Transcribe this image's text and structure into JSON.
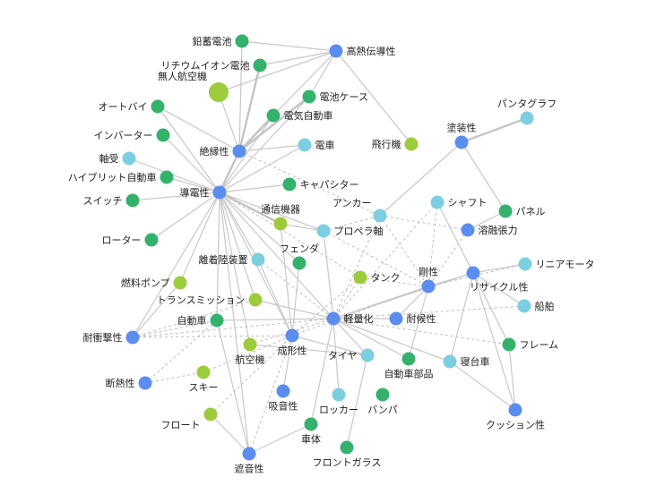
{
  "colors": {
    "blue": "#5b8def",
    "green": "#34b26b",
    "lime": "#9ccc3c",
    "cyan": "#7ccfe0",
    "highlight_stroke": "#e8742a"
  },
  "nodes": [
    {
      "id": "n1",
      "label": "鉛蓄電池",
      "color": "green"
    },
    {
      "id": "n2",
      "label": "リチウムイオン電池",
      "color": "green"
    },
    {
      "id": "n3",
      "label": "無人航空機",
      "color": "lime",
      "highlight": true
    },
    {
      "id": "n4",
      "label": "高熱伝導性",
      "color": "blue"
    },
    {
      "id": "n5",
      "label": "電池ケース",
      "color": "green"
    },
    {
      "id": "n6",
      "label": "オートバイ",
      "color": "green"
    },
    {
      "id": "n7",
      "label": "電気自動車",
      "color": "green"
    },
    {
      "id": "n8",
      "label": "インバーター",
      "color": "green"
    },
    {
      "id": "n9",
      "label": "絶縁性",
      "color": "blue"
    },
    {
      "id": "n10",
      "label": "電車",
      "color": "cyan"
    },
    {
      "id": "n11",
      "label": "飛行機",
      "color": "lime"
    },
    {
      "id": "n12",
      "label": "塗装性",
      "color": "blue"
    },
    {
      "id": "n13",
      "label": "パンタグラフ",
      "color": "cyan"
    },
    {
      "id": "n14",
      "label": "軸受",
      "color": "cyan"
    },
    {
      "id": "n15",
      "label": "ハイブリット自動車",
      "color": "green"
    },
    {
      "id": "n16",
      "label": "キャパシター",
      "color": "green"
    },
    {
      "id": "n17",
      "label": "スイッチ",
      "color": "green"
    },
    {
      "id": "n18",
      "label": "導電性",
      "color": "blue"
    },
    {
      "id": "n19",
      "label": "アンカー",
      "color": "cyan"
    },
    {
      "id": "n20",
      "label": "シャフト",
      "color": "cyan"
    },
    {
      "id": "n21",
      "label": "パネル",
      "color": "green"
    },
    {
      "id": "n22",
      "label": "通信機器",
      "color": "lime"
    },
    {
      "id": "n23",
      "label": "プロペラ軸",
      "color": "cyan"
    },
    {
      "id": "n24",
      "label": "溶融張力",
      "color": "blue"
    },
    {
      "id": "n25",
      "label": "ローター",
      "color": "green"
    },
    {
      "id": "n26",
      "label": "フェンダ",
      "color": "green"
    },
    {
      "id": "n27",
      "label": "離着陸装置",
      "color": "cyan"
    },
    {
      "id": "n28",
      "label": "リニアモータ",
      "color": "cyan"
    },
    {
      "id": "n29",
      "label": "燃料ポンプ",
      "color": "lime"
    },
    {
      "id": "n30",
      "label": "タンク",
      "color": "lime"
    },
    {
      "id": "n31",
      "label": "剛性",
      "color": "blue"
    },
    {
      "id": "n32",
      "label": "リサイクル性",
      "color": "blue"
    },
    {
      "id": "n33",
      "label": "トランスミッション",
      "color": "lime"
    },
    {
      "id": "n34",
      "label": "船舶",
      "color": "cyan"
    },
    {
      "id": "n35",
      "label": "自動車",
      "color": "green"
    },
    {
      "id": "n36",
      "label": "軽量化",
      "color": "blue"
    },
    {
      "id": "n37",
      "label": "耐候性",
      "color": "blue"
    },
    {
      "id": "n38",
      "label": "耐衝撃性",
      "color": "blue"
    },
    {
      "id": "n39",
      "label": "成形性",
      "color": "blue"
    },
    {
      "id": "n40",
      "label": "フレーム",
      "color": "green"
    },
    {
      "id": "n41",
      "label": "航空機",
      "color": "lime"
    },
    {
      "id": "n42",
      "label": "タイヤ",
      "color": "cyan"
    },
    {
      "id": "n43",
      "label": "寝台車",
      "color": "cyan"
    },
    {
      "id": "n44",
      "label": "自動車部品",
      "color": "green"
    },
    {
      "id": "n45",
      "label": "断熱性",
      "color": "blue"
    },
    {
      "id": "n46",
      "label": "スキー",
      "color": "lime"
    },
    {
      "id": "n47",
      "label": "吸音性",
      "color": "blue"
    },
    {
      "id": "n48",
      "label": "ロッカー",
      "color": "cyan"
    },
    {
      "id": "n49",
      "label": "バンパ",
      "color": "green"
    },
    {
      "id": "n50",
      "label": "クッション性",
      "color": "blue"
    },
    {
      "id": "n51",
      "label": "フロート",
      "color": "lime"
    },
    {
      "id": "n52",
      "label": "車体",
      "color": "green"
    },
    {
      "id": "n53",
      "label": "フロントガラス",
      "color": "green"
    },
    {
      "id": "n54",
      "label": "遮音性",
      "color": "blue"
    }
  ],
  "edges": [
    [
      "n1",
      "n4"
    ],
    [
      "n2",
      "n4"
    ],
    [
      "n3",
      "n4"
    ],
    [
      "n5",
      "n4"
    ],
    [
      "n7",
      "n4"
    ],
    [
      "n4",
      "n11"
    ],
    [
      "n1",
      "n9"
    ],
    [
      "n2",
      "n9"
    ],
    [
      "n3",
      "n9"
    ],
    [
      "n5",
      "n9"
    ],
    [
      "n7",
      "n9"
    ],
    [
      "n10",
      "n9"
    ],
    [
      "n6",
      "n9"
    ],
    [
      "n9",
      "n18"
    ],
    [
      "n7",
      "n18"
    ],
    [
      "n5",
      "n18"
    ],
    [
      "n6",
      "n18"
    ],
    [
      "n8",
      "n18"
    ],
    [
      "n14",
      "n18"
    ],
    [
      "n15",
      "n18"
    ],
    [
      "n17",
      "n18"
    ],
    [
      "n25",
      "n18"
    ],
    [
      "n16",
      "n18"
    ],
    [
      "n10",
      "n18"
    ],
    [
      "n18",
      "n23"
    ],
    [
      "n18",
      "n26"
    ],
    [
      "n18",
      "n27"
    ],
    [
      "n18",
      "n29"
    ],
    [
      "n18",
      "n33"
    ],
    [
      "n18",
      "n35"
    ],
    [
      "n18",
      "n36"
    ],
    [
      "n18",
      "n39"
    ],
    [
      "n18",
      "n38"
    ],
    [
      "n18",
      "n54"
    ],
    [
      "n18",
      "n22"
    ],
    [
      "n18",
      "n41"
    ],
    [
      "n22",
      "n23"
    ],
    [
      "n22",
      "n39"
    ],
    [
      "n12",
      "n13"
    ],
    [
      "n12",
      "n19"
    ],
    [
      "n12",
      "n21"
    ],
    [
      "n21",
      "n24"
    ],
    [
      "n20",
      "n32"
    ],
    [
      "n32",
      "n28"
    ],
    [
      "n32",
      "n34"
    ],
    [
      "n32",
      "n40"
    ],
    [
      "n32",
      "n43"
    ],
    [
      "n32",
      "n50"
    ],
    [
      "n32",
      "n36"
    ],
    [
      "n31",
      "n36"
    ],
    [
      "n31",
      "n37"
    ],
    [
      "n31",
      "n32"
    ],
    [
      "n23",
      "n36"
    ],
    [
      "n26",
      "n39"
    ],
    [
      "n27",
      "n39"
    ],
    [
      "n29",
      "n38"
    ],
    [
      "n33",
      "n36"
    ],
    [
      "n35",
      "n36"
    ],
    [
      "n35",
      "n54"
    ],
    [
      "n36",
      "n42"
    ],
    [
      "n36",
      "n44"
    ],
    [
      "n36",
      "n43"
    ],
    [
      "n36",
      "n52"
    ],
    [
      "n36",
      "n48"
    ],
    [
      "n36",
      "n37"
    ],
    [
      "n39",
      "n47"
    ],
    [
      "n42",
      "n53"
    ],
    [
      "n42",
      "n41"
    ],
    [
      "n52",
      "n54"
    ],
    [
      "n54",
      "n51"
    ],
    [
      "n40",
      "n50"
    ],
    [
      "n31",
      "n44"
    ],
    [
      "n43",
      "n50"
    ],
    [
      "n39",
      "n42"
    ]
  ],
  "dashed_edges": [
    [
      "n9",
      "n19"
    ],
    [
      "n23",
      "n19"
    ],
    [
      "n19",
      "n24"
    ],
    [
      "n19",
      "n31"
    ],
    [
      "n20",
      "n31"
    ],
    [
      "n20",
      "n36"
    ],
    [
      "n19",
      "n36"
    ],
    [
      "n24",
      "n31"
    ],
    [
      "n28",
      "n31"
    ],
    [
      "n36",
      "n34"
    ],
    [
      "n30",
      "n31"
    ],
    [
      "n30",
      "n39"
    ],
    [
      "n38",
      "n35"
    ],
    [
      "n38",
      "n39"
    ],
    [
      "n38",
      "n36"
    ],
    [
      "n38",
      "n33"
    ],
    [
      "n45",
      "n35"
    ],
    [
      "n45",
      "n46"
    ],
    [
      "n46",
      "n39"
    ],
    [
      "n41",
      "n36"
    ],
    [
      "n54",
      "n39"
    ],
    [
      "n39",
      "n31"
    ],
    [
      "n30",
      "n36"
    ],
    [
      "n27",
      "n36"
    ],
    [
      "n18",
      "n30"
    ],
    [
      "n51",
      "n39"
    ],
    [
      "n23",
      "n31"
    ],
    [
      "n36",
      "n40"
    ]
  ],
  "strong_edges": [
    [
      "n9",
      "n18"
    ],
    [
      "n7",
      "n9"
    ],
    [
      "n5",
      "n9"
    ],
    [
      "n12",
      "n13"
    ],
    [
      "n18",
      "n22"
    ],
    [
      "n2",
      "n9"
    ]
  ]
}
